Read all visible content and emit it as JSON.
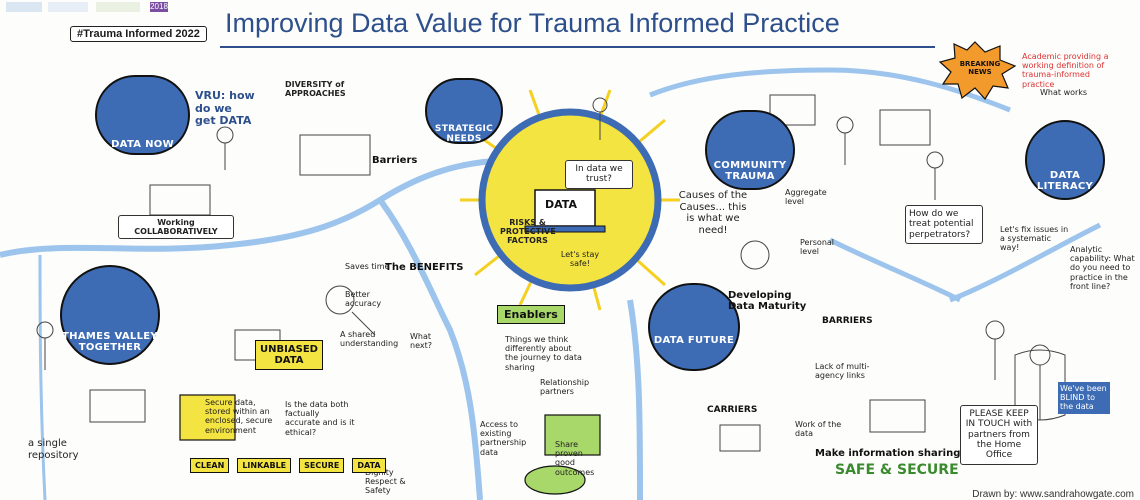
{
  "header": {
    "title": "Improving Data Value for Trauma Informed Practice",
    "hashtag": "#Trauma Informed 2022",
    "logo_badge": "2018"
  },
  "credit": "Drawn by: www.sandrahowgate.com",
  "sections": {
    "data_now": {
      "label": "DATA NOW",
      "notes": [
        "VRU: how do we get DATA",
        "DIVERSITY of APPROACHES",
        "Working COLLABORATIVELY"
      ]
    },
    "strategic_needs": {
      "label": "STRATEGIC NEEDS",
      "barriers": "Barriers"
    },
    "center": {
      "speech": "In data we trust?",
      "data_label": "DATA",
      "risks": "RISKS & PROTECTIVE FACTORS",
      "safety": "Let's stay safe!"
    },
    "community_trauma": {
      "label": "COMMUNITY TRAUMA",
      "causes": "Causes of the Causes... this is what we need!",
      "aggregate": "Aggregate level",
      "personal": "Personal level",
      "perpetrators": "How do we treat potential perpetrators?"
    },
    "breaking_news": {
      "label": "BREAKING NEWS",
      "note": "Academic providing a working definition of trauma-informed practice"
    },
    "data_literacy": {
      "label": "DATA LITERACY",
      "what_works": "What works",
      "fix": "Let's fix issues in a systematic way!",
      "analytic": "Analytic capability: What do you need to practice in the front line?"
    },
    "thames_valley": {
      "label": "THAMES VALLEY TOGETHER",
      "repository": "a single repository"
    },
    "benefits": {
      "title": "The BENEFITS",
      "items": [
        "Saves time",
        "Better accuracy",
        "A shared understanding"
      ],
      "what_next": "What next?"
    },
    "unbiased": {
      "label": "UNBIASED DATA",
      "secure": "Secure data, stored within an enclosed, secure environment",
      "flow": [
        "CLEAN",
        "LINKABLE",
        "SECURE",
        "DATA"
      ],
      "ethical": "Is the data both factually accurate and is it ethical?",
      "paramount": "Dignity Respect & Safety"
    },
    "enablers": {
      "title": "Enablers",
      "items": [
        "Things we think differently about the journey to data sharing",
        "Relationship partners",
        "Access to existing partnership data",
        "Share proven good outcomes"
      ]
    },
    "data_future": {
      "label": "DATA FUTURE",
      "maturity": "Developing Data Maturity",
      "barriers": "BARRIERS",
      "carriers": "CARRIERS",
      "safe_title": "Make information sharing",
      "safe_main": "SAFE & SECURE",
      "lack": "Lack of multi-agency links",
      "work_data": "Work of the data"
    },
    "blind": {
      "note": "We've been BLIND to the data",
      "keep": "PLEASE KEEP IN TOUCH with partners from the Home Office"
    }
  },
  "colors": {
    "title": "#2d4f8c",
    "badge_blue": "#3d6cb5",
    "sun": "#f4e441",
    "breaking": "#f39a2c",
    "river": "#9cc4ec",
    "green": "#a8d86a"
  }
}
